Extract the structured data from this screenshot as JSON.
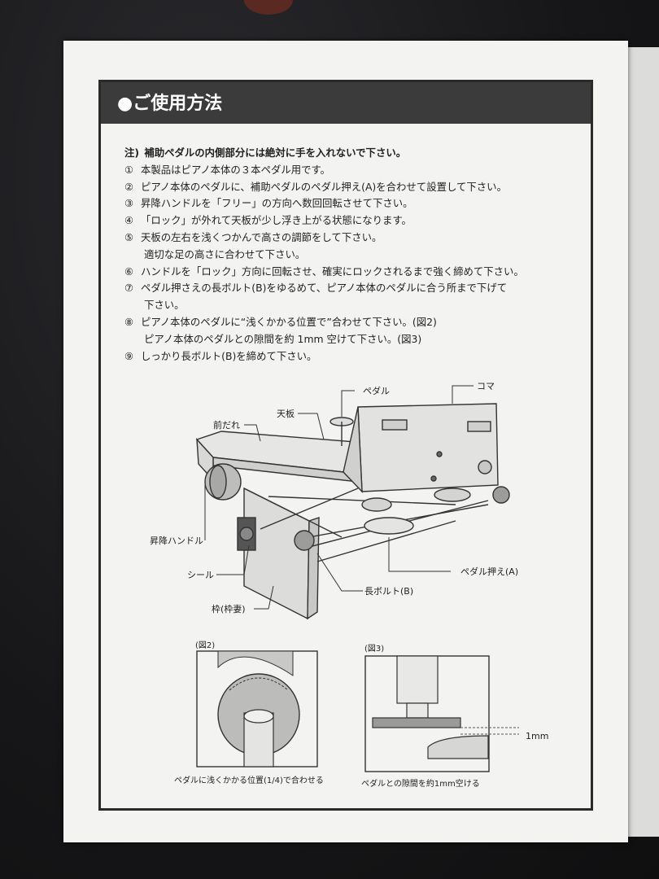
{
  "section_title": "●ご使用方法",
  "instructions": [
    {
      "num": "注)",
      "text": "補助ペダルの内側部分には絶対に手を入れないで下さい。"
    },
    {
      "num": "①",
      "text": "本製品はピアノ本体の３本ペダル用です。"
    },
    {
      "num": "②",
      "text": "ピアノ本体のペダルに、補助ペダルのペダル押え(A)を合わせて設置して下さい。"
    },
    {
      "num": "③",
      "text": "昇降ハンドルを「フリー」の方向へ数回回転させて下さい。"
    },
    {
      "num": "④",
      "text": "「ロック」が外れて天板が少し浮き上がる状態になります。"
    },
    {
      "num": "⑤",
      "text": "天板の左右を浅くつかんで高さの調節をして下さい。"
    },
    {
      "num": "",
      "text": "適切な足の高さに合わせて下さい。"
    },
    {
      "num": "⑥",
      "text": "ハンドルを「ロック」方向に回転させ、確実にロックされるまで強く締めて下さい。"
    },
    {
      "num": "⑦",
      "text": "ペダル押さえの長ボルト(B)をゆるめて、ピアノ本体のペダルに合う所まで下げて"
    },
    {
      "num": "",
      "text": "下さい。"
    },
    {
      "num": "⑧",
      "text": "ピアノ本体のペダルに“浅くかかる位置で”合わせて下さい。(図2)"
    },
    {
      "num": "",
      "text": "ピアノ本体のペダルとの隙間を約 1mm 空けて下さい。(図3)"
    },
    {
      "num": "⑨",
      "text": "しっかり長ボルト(B)を締めて下さい。"
    }
  ],
  "diagram_labels": {
    "pedal": "ペダル",
    "koma": "コマ",
    "tenban": "天板",
    "maedare": "前だれ",
    "handle": "昇降ハンドル",
    "seal": "シール",
    "waku": "枠(枠妻)",
    "pedal_osae": "ペダル押え(A)",
    "long_bolt": "長ボルト(B)"
  },
  "figures": {
    "fig2_label": "(図2)",
    "fig2_caption": "ペダルに浅くかかる位置(1/4)で合わせる",
    "fig3_label": "(図3)",
    "fig3_caption": "ペダルとの隙間を約1mm空ける",
    "gap_label": "1mm"
  }
}
